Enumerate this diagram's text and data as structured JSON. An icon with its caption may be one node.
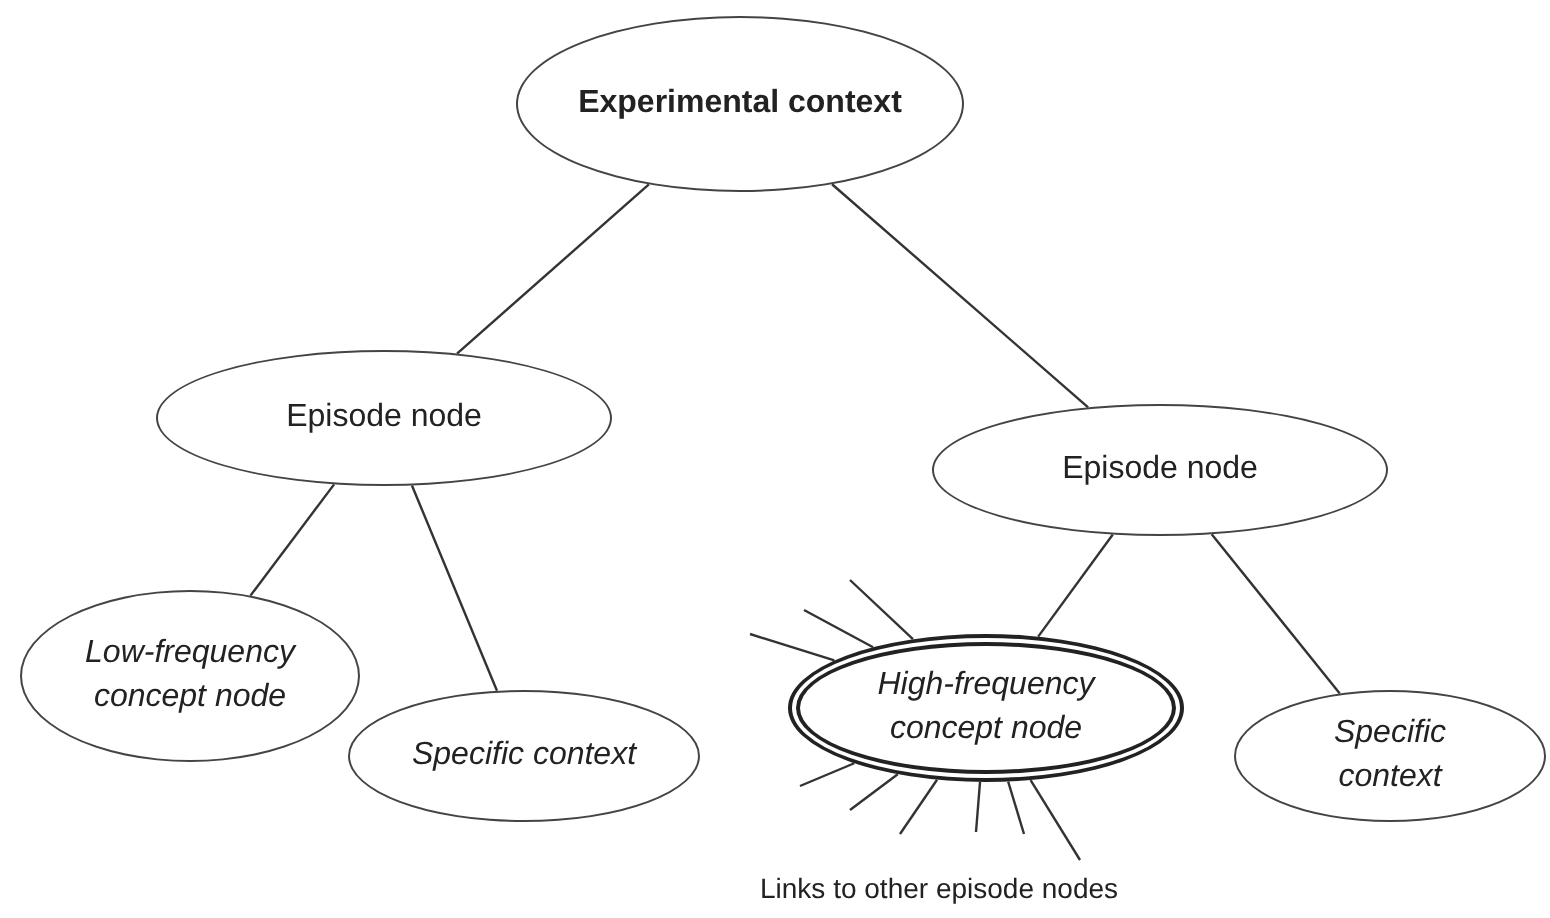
{
  "diagram": {
    "nodes": [
      {
        "text": [
          "Experimental context"
        ]
      },
      {
        "text": [
          "Episode node"
        ]
      },
      {
        "text": [
          "Episode node"
        ]
      },
      {
        "text": [
          "Low-frequency concept node"
        ]
      },
      {
        "text": [
          "Specific context"
        ]
      },
      {
        "text": [
          "High-frequency concept node"
        ]
      },
      {
        "text": [
          "Specific context"
        ]
      }
    ],
    "edges": [
      {
        "from": 0,
        "to": 1,
        "arrow": "none"
      },
      {
        "from": 0,
        "to": 2,
        "arrow": "none"
      },
      {
        "from": 1,
        "to": 3,
        "arrow": "none"
      },
      {
        "from": 1,
        "to": 4,
        "arrow": "none"
      },
      {
        "from": 2,
        "to": 5,
        "arrow": "none"
      },
      {
        "from": 2,
        "to": 6,
        "arrow": "none"
      },
      {
        "from": 5,
        "to": null,
        "arrow": "none"
      },
      {
        "from": 5,
        "to": null,
        "arrow": "none"
      },
      {
        "from": 5,
        "to": null,
        "arrow": "none"
      },
      {
        "from": 5,
        "to": null,
        "arrow": "none"
      },
      {
        "from": 5,
        "to": null,
        "arrow": "none"
      },
      {
        "from": 5,
        "to": null,
        "arrow": "none"
      },
      {
        "from": 5,
        "to": null,
        "arrow": "none"
      },
      {
        "from": 5,
        "to": null,
        "arrow": "none"
      },
      {
        "from": 5,
        "to": null,
        "arrow": "none"
      }
    ],
    "labels": [
      "Links to other episode nodes"
    ]
  }
}
